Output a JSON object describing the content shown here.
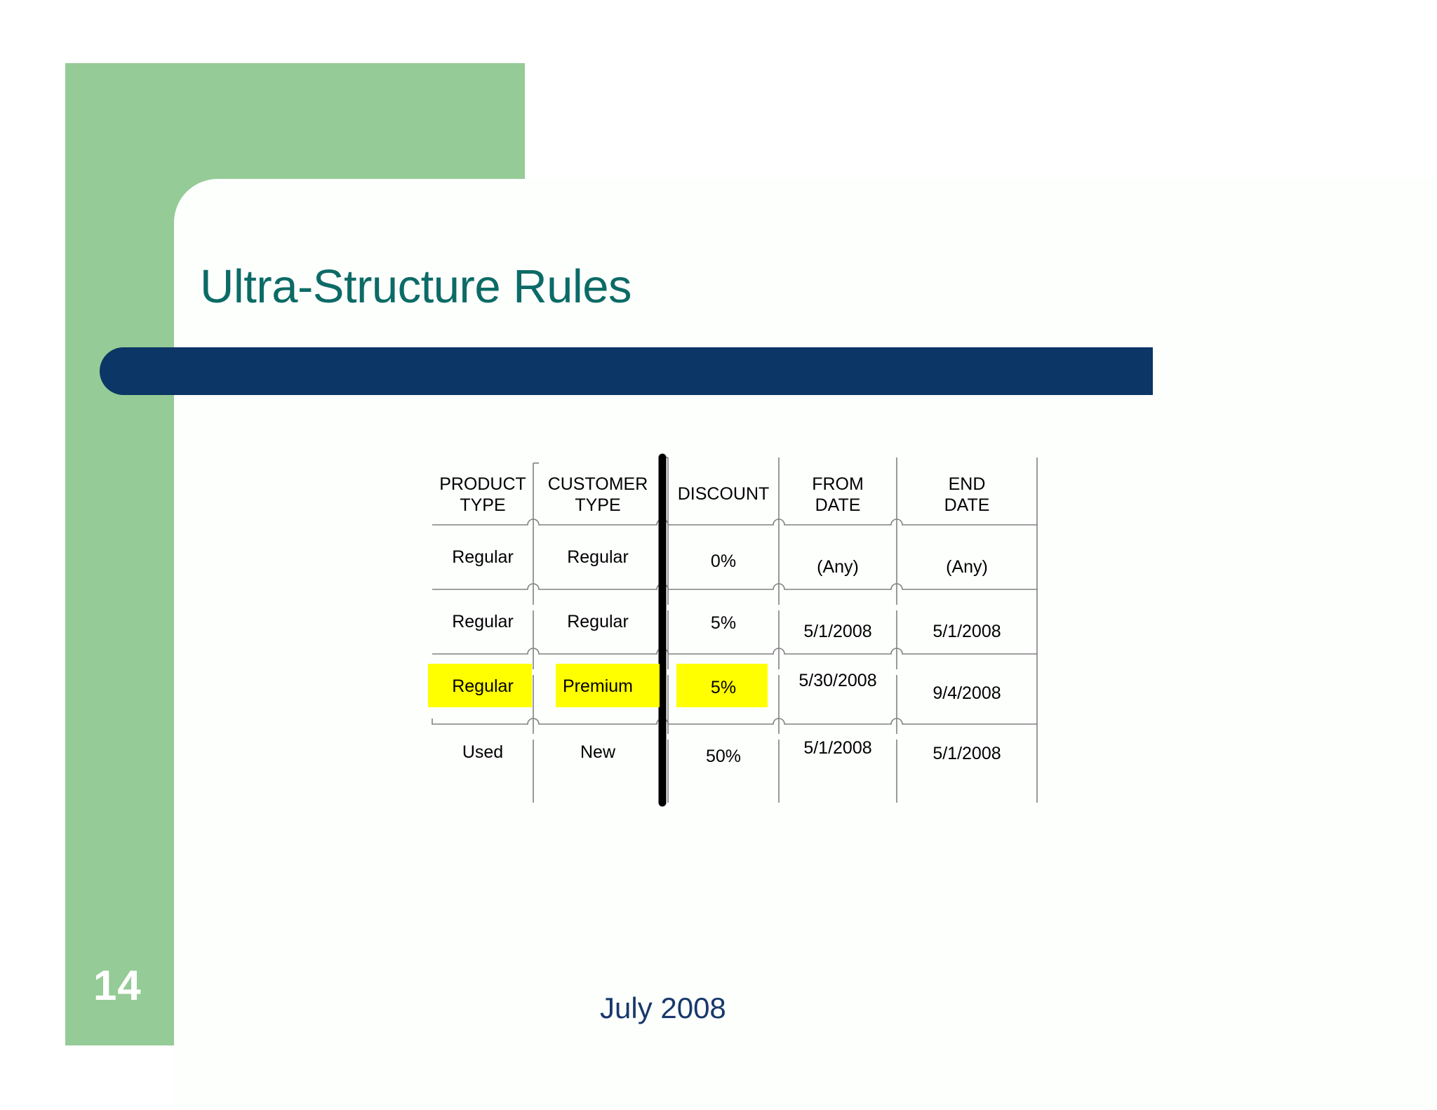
{
  "slide": {
    "title": "Ultra-Structure Rules",
    "number": "14",
    "footer_date": "July 2008"
  },
  "colors": {
    "title": "#0c6b66",
    "green_block": "#95cb96",
    "navy_bar": "#0b3665",
    "footer_text": "#18386b",
    "highlight": "#ffff00",
    "thick_divider": "#000000",
    "table_line": "#808080"
  },
  "table": {
    "columns": [
      {
        "id": "product-type",
        "line1": "PRODUCT",
        "line2": "TYPE"
      },
      {
        "id": "customer-type",
        "line1": "CUSTOMER",
        "line2": "TYPE"
      },
      {
        "id": "discount",
        "line1": "DISCOUNT",
        "line2": ""
      },
      {
        "id": "from-date",
        "line1": "FROM",
        "line2": "DATE"
      },
      {
        "id": "end-date",
        "line1": "END",
        "line2": "DATE"
      }
    ],
    "rows": [
      {
        "product_type": "Regular",
        "customer_type": "Regular",
        "discount": "0%",
        "from_date": "(Any)",
        "end_date": "(Any)",
        "highlighted": false
      },
      {
        "product_type": "Regular",
        "customer_type": "Regular",
        "discount": "5%",
        "from_date": "5/1/2008",
        "end_date": "5/1/2008",
        "highlighted": false
      },
      {
        "product_type": "Regular",
        "customer_type": "Premium",
        "discount": "5%",
        "from_date": "5/30/2008",
        "end_date": "9/4/2008",
        "highlighted": true
      },
      {
        "product_type": "Used",
        "customer_type": "New",
        "discount": "50%",
        "from_date": "5/1/2008",
        "end_date": "5/1/2008",
        "highlighted": false
      }
    ]
  }
}
